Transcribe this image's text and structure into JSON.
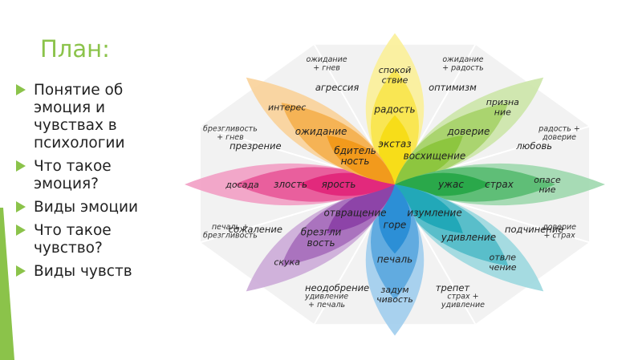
{
  "slide": {
    "title": "План:",
    "bullets": [
      "Понятие об эмоция и чувствах в психологии",
      "Что такое эмоция?",
      "Виды эмоции",
      "Что такое чувство?",
      "Виды чувств"
    ]
  },
  "wheel": {
    "petals": [
      {
        "name": "joy",
        "color": "#f7dd19",
        "labels": [
          "спокой|ствие",
          "радость",
          "экстаз"
        ]
      },
      {
        "name": "trust",
        "color": "#8dc63f",
        "labels": [
          "призна|ние",
          "доверие",
          "восхищение"
        ]
      },
      {
        "name": "fear",
        "color": "#2aa84a",
        "labels": [
          "опасе|ние",
          "страх",
          "ужас"
        ]
      },
      {
        "name": "surprise",
        "color": "#22a8b8",
        "labels": [
          "отвле|чение",
          "удивление",
          "изумление"
        ]
      },
      {
        "name": "sadness",
        "color": "#2c8fd6",
        "labels": [
          "задум|чивость",
          "печаль",
          "горе"
        ]
      },
      {
        "name": "disgust",
        "color": "#8d44a8",
        "labels": [
          "скука",
          "брезгли|вость",
          "отвращение"
        ]
      },
      {
        "name": "anger",
        "color": "#e2297c",
        "labels": [
          "досада",
          "злость",
          "ярость"
        ]
      },
      {
        "name": "anticipation",
        "color": "#f29a1c",
        "labels": [
          "интерес",
          "ожидание",
          "бдитель|ность"
        ]
      }
    ],
    "dyads": [
      {
        "top": "ожидание|+ радость",
        "main": "оптимизм"
      },
      {
        "top": "радость +|доверие",
        "main": "любовь"
      },
      {
        "top": "доверие|+ страх",
        "main": "подчинение"
      },
      {
        "top": "страх +|удивление",
        "main": "трепет"
      },
      {
        "top": "удивление|+ печаль",
        "main": "неодобрение"
      },
      {
        "top": "печаль +|брезгливость",
        "main": "сожаление"
      },
      {
        "top": "брезгливость|+ гнев",
        "main": "презрение"
      },
      {
        "top": "ожидание|+ гнев",
        "main": "агрессия"
      }
    ]
  }
}
